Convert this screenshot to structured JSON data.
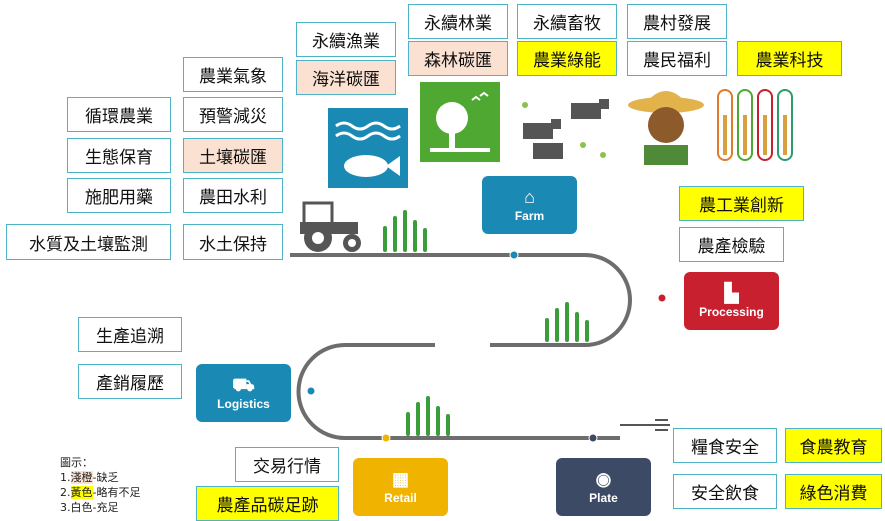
{
  "boxes": {
    "yongxu_yuye": "永續漁業",
    "yongxu_linye": "永續林業",
    "yongxu_xumu": "永續畜牧",
    "nongcun_fazhan": "農村發展",
    "nongye_qixiang": "農業氣象",
    "haiyang_tanhui": "海洋碳匯",
    "senlin_tanhui": "森林碳匯",
    "nongye_lvneng": "農業綠能",
    "nongmin_fuli": "農民福利",
    "nongye_keji": "農業科技",
    "xunhuan_nongye": "循環農業",
    "yujing_jianzai": "預警減災",
    "shengtai_baoyu": "生態保育",
    "turang_tanhui": "土壤碳匯",
    "shifei_yongyao": "施肥用藥",
    "nongtian_shuili": "農田水利",
    "shuizhi_jiance": "水質及土壤監測",
    "shuitu_baochi": "水土保持",
    "nonggongye_chuangxin": "農工業創新",
    "nongchan_jianyan": "農產檢驗",
    "shengchan_zhuisu": "生產追溯",
    "chanxiao_lvli": "產銷履歷",
    "jiaoyi_hangqing": "交易行情",
    "nongchanpin_tanzuji": "農產品碳足跡",
    "liangshi_anquan": "糧食安全",
    "shinong_jiaoyu": "食農教育",
    "anquan_yinshi": "安全飲食",
    "lvse_xiaofei": "綠色消費"
  },
  "stages": {
    "farm": "Farm",
    "processing": "Processing",
    "logistics": "Logistics",
    "retail": "Retail",
    "plate": "Plate"
  },
  "legend": {
    "title": "圖示：",
    "item1_prefix": "1.",
    "item1_color": "淺橙",
    "item1_text": "-缺乏",
    "item2_prefix": "2.",
    "item2_color": "黃色",
    "item2_text": "-略有不足",
    "item3": "3.白色-充足"
  },
  "colors": {
    "orange": "#fbe1d1",
    "yellow": "#ffff00",
    "box_border": "#4fb3c8",
    "farm": "#1a8ab5",
    "processing": "#c8202f",
    "logistics": "#1a8ab5",
    "retail": "#f0b400",
    "plate": "#3d4a66",
    "road": "#6d6d6d"
  }
}
